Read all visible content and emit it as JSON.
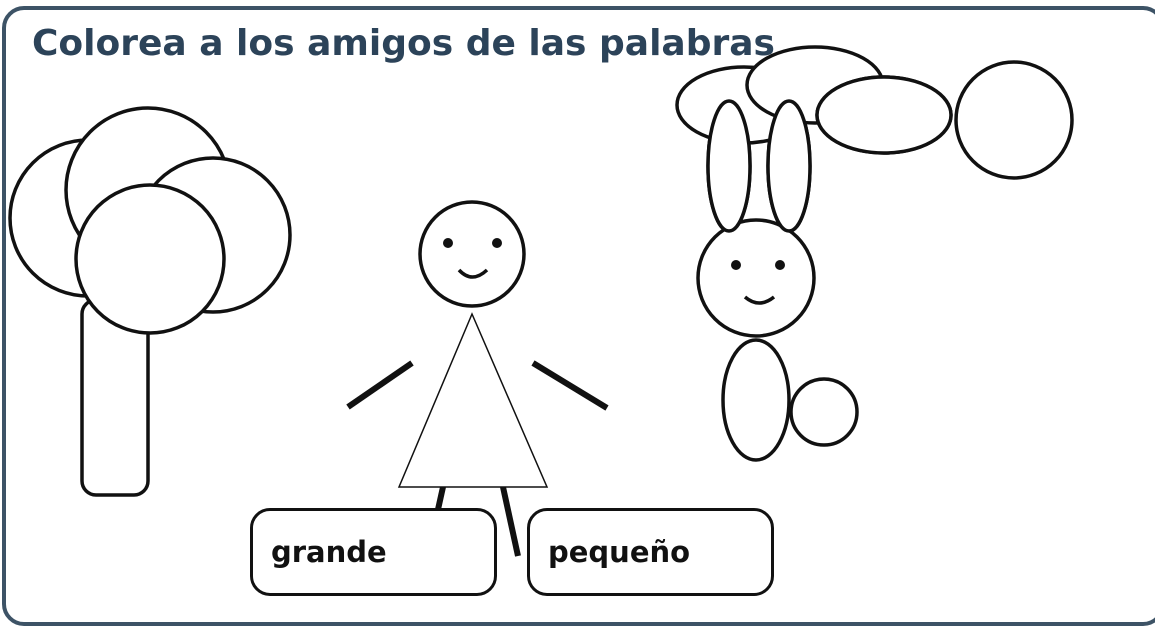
{
  "activity": {
    "title": "Colorea a los amigos de las palabras",
    "frame_color": "#3d5366",
    "title_color": "#2c4359"
  },
  "words": [
    {
      "label": "grande"
    },
    {
      "label": "pequeño"
    }
  ],
  "figures": [
    {
      "name": "tree",
      "icon": "tree-icon"
    },
    {
      "name": "girl",
      "icon": "girl-icon"
    },
    {
      "name": "bunny",
      "icon": "bunny-icon"
    },
    {
      "name": "cloud",
      "icon": "cloud-icon"
    },
    {
      "name": "sun",
      "icon": "sun-icon"
    }
  ]
}
